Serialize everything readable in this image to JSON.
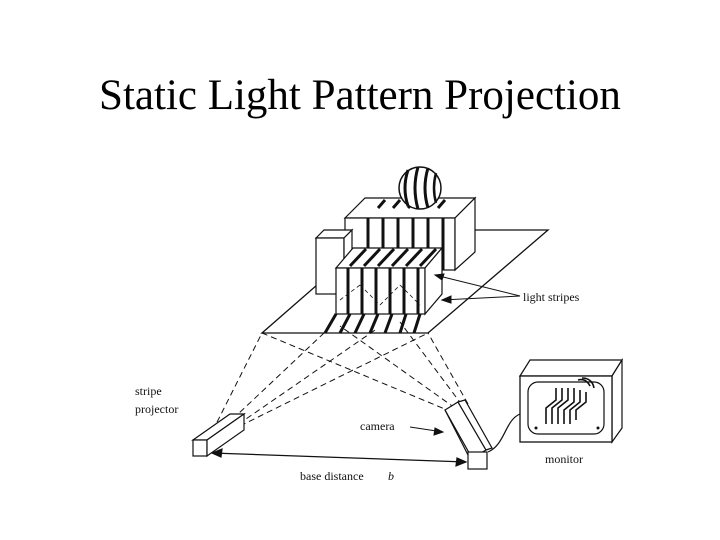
{
  "slide": {
    "title": "Static Light Pattern Projection"
  },
  "diagram": {
    "labels": {
      "light_stripes": "light stripes",
      "stripe": "stripe",
      "projector": "projector",
      "camera": "camera",
      "monitor": "monitor",
      "base_distance": "base distance",
      "base_distance_symbol": "b"
    },
    "colors": {
      "ink": "#111111",
      "background": "#ffffff"
    }
  }
}
